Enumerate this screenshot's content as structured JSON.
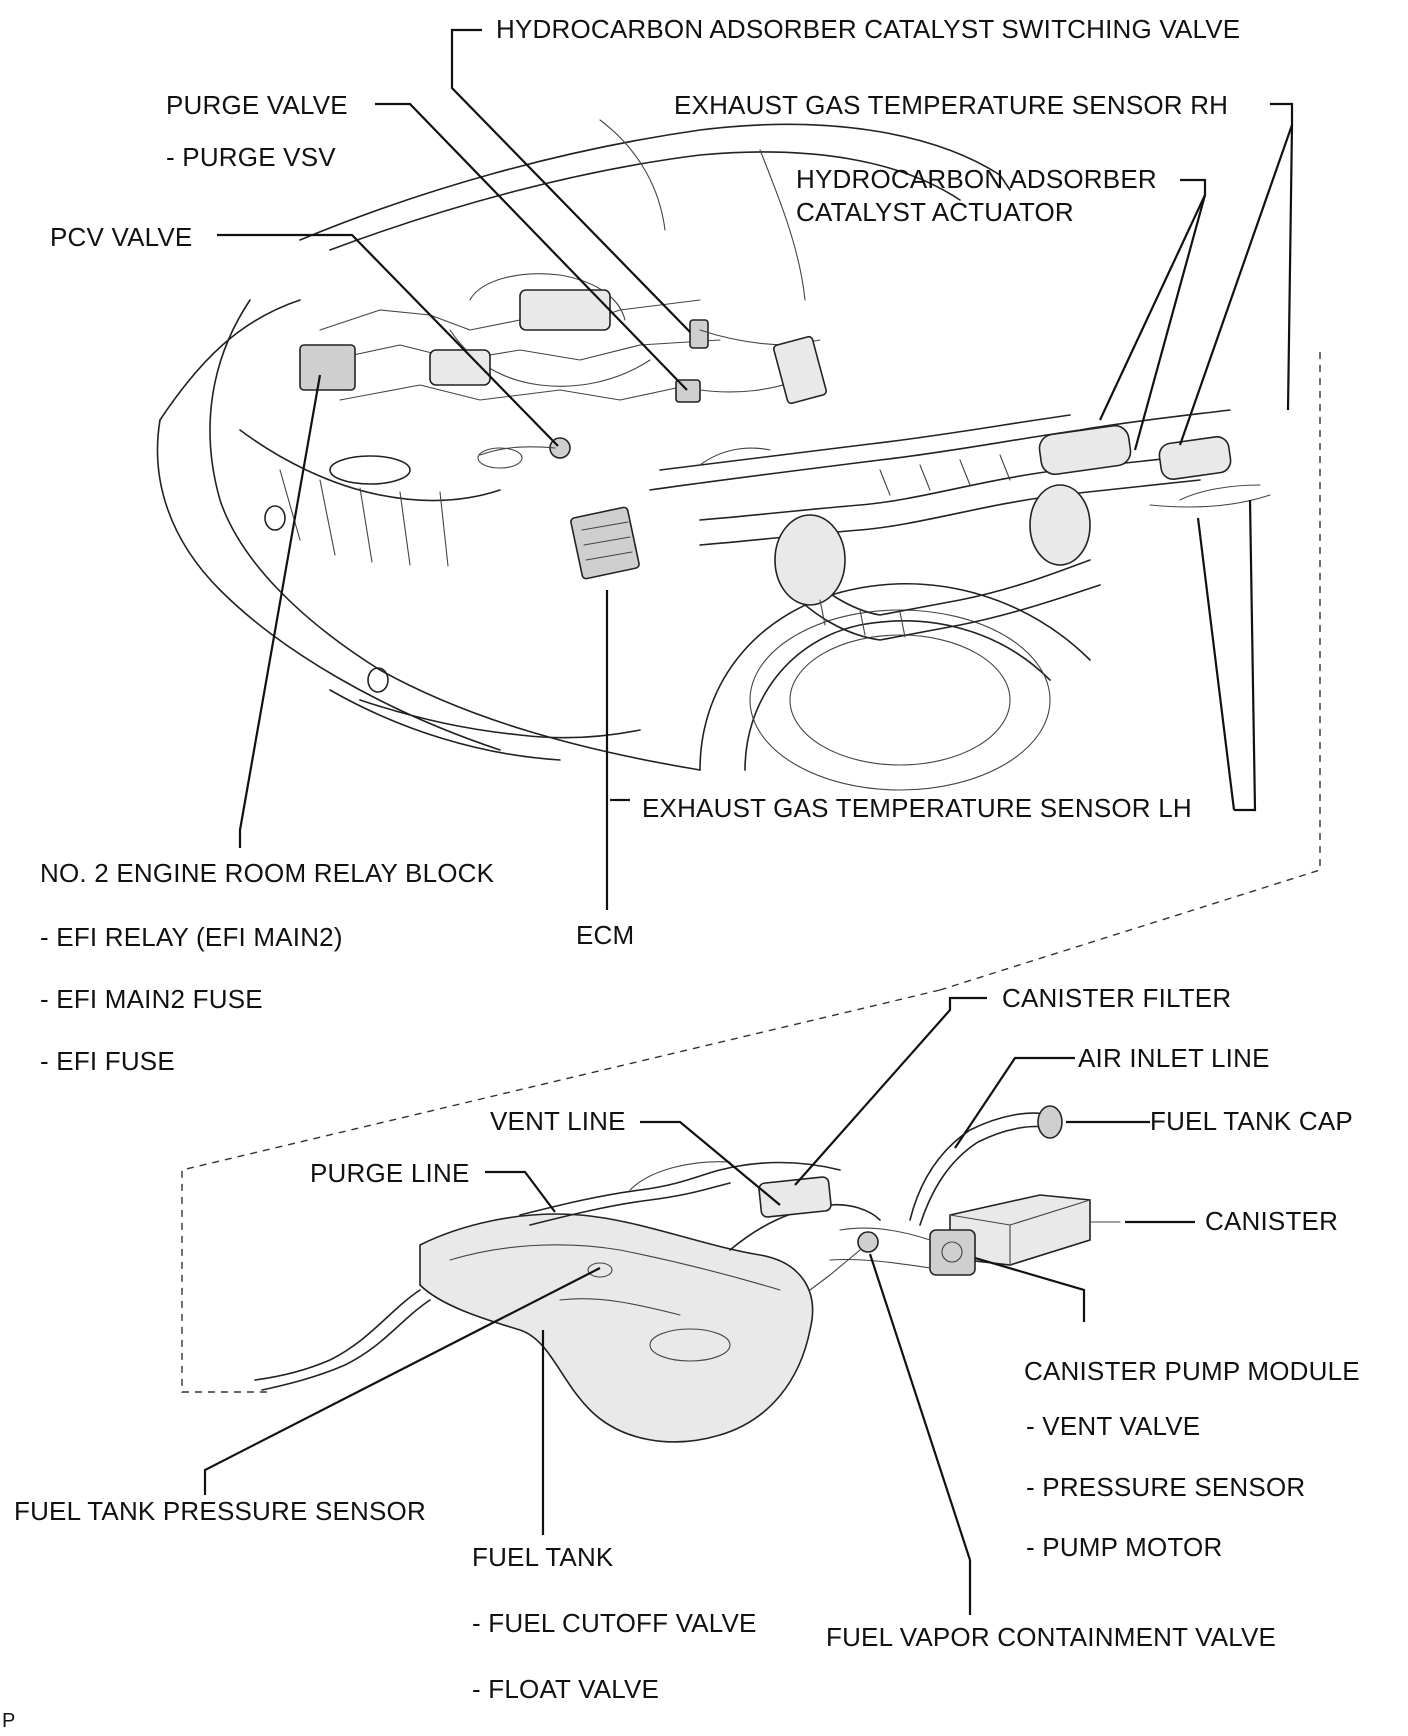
{
  "labels": {
    "hc_switching_valve": "HYDROCARBON ADSORBER CATALYST SWITCHING VALVE",
    "purge_valve": "PURGE VALVE",
    "purge_vsv": "- PURGE VSV",
    "exhaust_temp_rh": "EXHAUST GAS TEMPERATURE SENSOR RH",
    "hc_actuator_1": "HYDROCARBON ADSORBER",
    "hc_actuator_2": "CATALYST ACTUATOR",
    "pcv_valve": "PCV VALVE",
    "exhaust_temp_lh": "EXHAUST GAS TEMPERATURE SENSOR LH",
    "relay_block": "NO. 2 ENGINE ROOM RELAY BLOCK",
    "efi_relay": "- EFI RELAY (EFI MAIN2)",
    "efi_main2_fuse": "- EFI MAIN2 FUSE",
    "efi_fuse": "- EFI FUSE",
    "ecm": "ECM",
    "canister_filter": "CANISTER FILTER",
    "air_inlet_line": "AIR INLET LINE",
    "vent_line": "VENT LINE",
    "fuel_tank_cap": "FUEL TANK CAP",
    "purge_line": "PURGE LINE",
    "canister": "CANISTER",
    "canister_pump_module": "CANISTER PUMP MODULE",
    "vent_valve": "- VENT VALVE",
    "pressure_sensor": "- PRESSURE SENSOR",
    "pump_motor": "- PUMP MOTOR",
    "fuel_tank_pressure_sensor": "FUEL TANK PRESSURE SENSOR",
    "fuel_tank": "FUEL TANK",
    "fuel_cutoff_valve": "- FUEL CUTOFF VALVE",
    "float_valve": "- FLOAT VALVE",
    "fuel_vapor_containment_valve": "FUEL VAPOR CONTAINMENT VALVE",
    "corner_mark": "P"
  }
}
